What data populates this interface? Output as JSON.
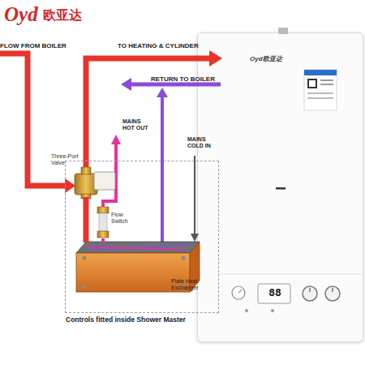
{
  "diagram": {
    "nodes": [
      {
        "text": [
          "Controls fitted inside Shower Master"
        ]
      },
      {
        "text": [
          "Three-Port Valve"
        ],
        "in": 0
      },
      {
        "text": [
          "Flow Switch"
        ],
        "in": 0
      },
      {
        "text": [
          "Plate Heat Exchanger"
        ],
        "in": 0
      },
      {
        "text": [
          "Oyd欧亚达",
          "88"
        ]
      }
    ],
    "edges": [
      {
        "from": 1,
        "to": 3,
        "arrow": "none"
      },
      {
        "from": 3,
        "to": 2,
        "arrow": "none"
      }
    ],
    "labels": [
      "Oyd",
      "欧亚达",
      "FLOW FROM BOILER",
      "TO HEATING & CYLINDER",
      "RETURN TO BOILER",
      "MAINS HOT OUT",
      "MAINS COLD IN"
    ]
  }
}
